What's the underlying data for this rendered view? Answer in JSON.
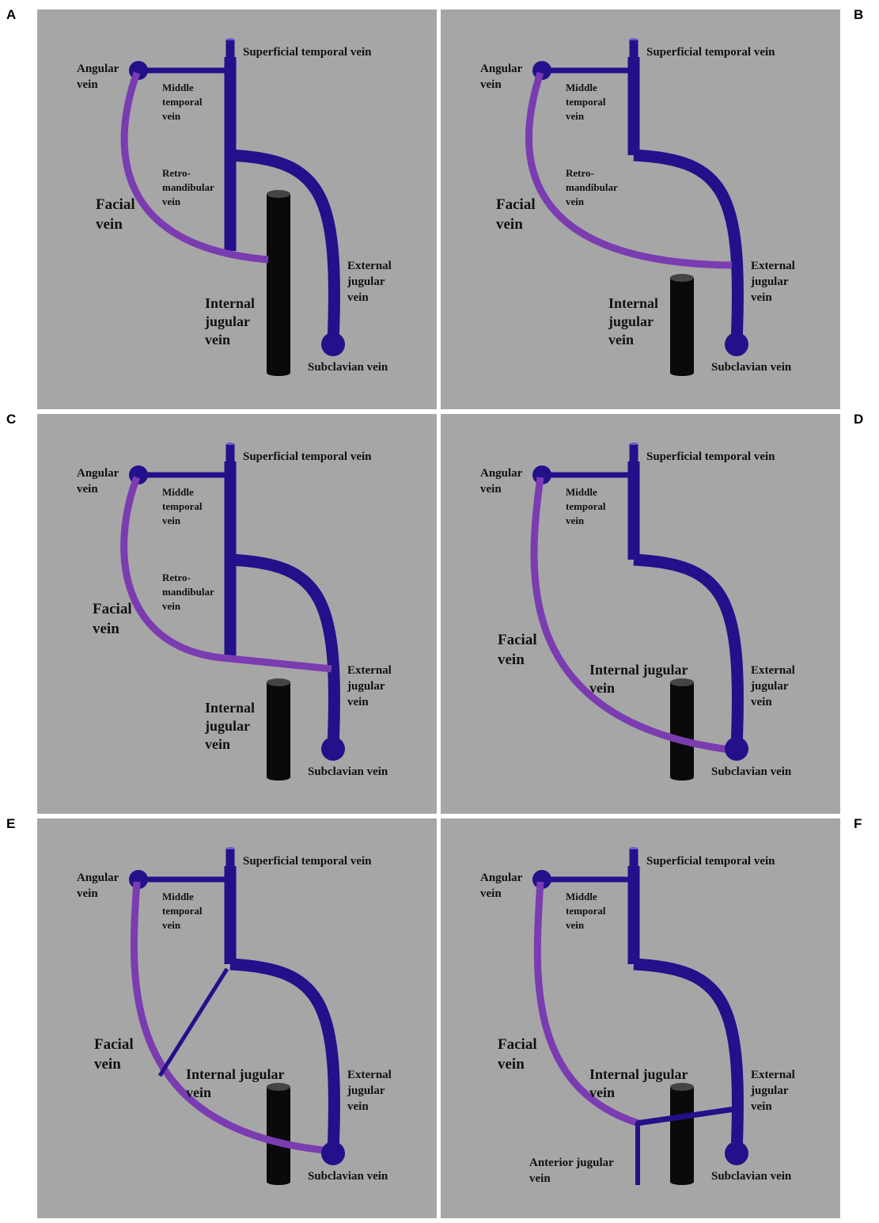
{
  "colors": {
    "background": "#ffffff",
    "panel": "#a6a6a6",
    "deep_vein": "#24108a",
    "facial_vein": "#7a3cb0",
    "internal_jugular": "#0a0a0a",
    "facial_label": "#cc1111",
    "text": "#111111"
  },
  "labels": {
    "superficial_temporal": "Superficial temporal vein",
    "angular": [
      "Angular",
      "vein"
    ],
    "middle_temporal": [
      "Middle",
      "temporal",
      "vein"
    ],
    "retromandibular": [
      "Retro-",
      "mandibular",
      "vein"
    ],
    "facial": [
      "Facial",
      "vein"
    ],
    "external_jugular": [
      "External",
      "jugular",
      "vein"
    ],
    "internal_jugular_stacked": [
      "Internal",
      "jugular",
      "vein"
    ],
    "internal_jugular_inline": [
      "Internal jugular",
      "vein"
    ],
    "subclavian": "Subclavian vein",
    "anterior_jugular": [
      "Anterior jugular",
      "vein"
    ]
  },
  "panels": [
    {
      "id": "A",
      "letter": "A",
      "variant": "facial-joins-internal-jugular",
      "has_retromandibular_label": true
    },
    {
      "id": "B",
      "letter": "B",
      "variant": "facial-joins-external-jugular-high",
      "has_retromandibular_label": true
    },
    {
      "id": "C",
      "letter": "C",
      "variant": "facial-joins-retromandibular-and-external-jugular",
      "has_retromandibular_label": true
    },
    {
      "id": "D",
      "letter": "D",
      "variant": "facial-joins-subclavian-confluence",
      "has_retromandibular_label": false
    },
    {
      "id": "E",
      "letter": "E",
      "variant": "facial-joins-subclavian-with-retromandibular-branch",
      "has_retromandibular_label": false
    },
    {
      "id": "F",
      "letter": "F",
      "variant": "facial-joins-anterior-jugular",
      "has_retromandibular_label": false
    }
  ]
}
